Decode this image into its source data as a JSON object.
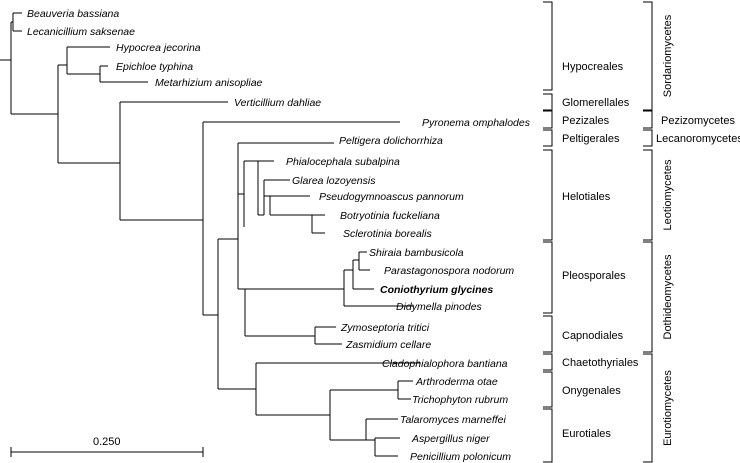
{
  "taxa": [
    {
      "label": "Beauveria bassiana",
      "bold": false
    },
    {
      "label": "Lecanicillium saksenae",
      "bold": false
    },
    {
      "label": "Hypocrea jecorina",
      "bold": false
    },
    {
      "label": "Epichloe typhina",
      "bold": false
    },
    {
      "label": "Metarhizium anisopliae",
      "bold": false
    },
    {
      "label": "Verticillium dahliae",
      "bold": false
    },
    {
      "label": "Pyronema omphalodes",
      "bold": false
    },
    {
      "label": "Peltigera dolichorrhiza",
      "bold": false
    },
    {
      "label": "Phialocephala subalpina",
      "bold": false
    },
    {
      "label": "Glarea lozoyensis",
      "bold": false
    },
    {
      "label": "Pseudogymnoascus pannorum",
      "bold": false
    },
    {
      "label": "Botryotinia fuckeliana",
      "bold": false
    },
    {
      "label": "Sclerotinia borealis",
      "bold": false
    },
    {
      "label": "Shiraia bambusicola",
      "bold": false
    },
    {
      "label": "Parastagonospora nodorum",
      "bold": false
    },
    {
      "label": "Coniothyrium glycines",
      "bold": true
    },
    {
      "label": "Didymella pinodes",
      "bold": false
    },
    {
      "label": "Zymoseptoria tritici",
      "bold": false
    },
    {
      "label": "Zasmidium cellare",
      "bold": false
    },
    {
      "label": "Cladophialophora bantiana",
      "bold": false
    },
    {
      "label": "Arthroderma otae",
      "bold": false
    },
    {
      "label": "Trichophyton rubrum",
      "bold": false
    },
    {
      "label": "Talaromyces marneffei",
      "bold": false
    },
    {
      "label": "Aspergillus niger",
      "bold": false
    },
    {
      "label": "Penicillium polonicum",
      "bold": false
    }
  ],
  "orders": [
    "Hypocreales",
    "Glomerellales",
    "Pezizales",
    "Peltigerales",
    "Helotiales",
    "Pleosporales",
    "Capnodiales",
    "Chaetothyriales",
    "Onygenales",
    "Eurotiales"
  ],
  "classes": [
    "Sordariomycetes",
    "Pezizomycetes",
    "Lecanoromycetes",
    "Leotiomycetes",
    "Dothideomycetes",
    "Eurotiomycetes"
  ],
  "scale_bar": {
    "label": "0.250",
    "value": 0.25
  }
}
